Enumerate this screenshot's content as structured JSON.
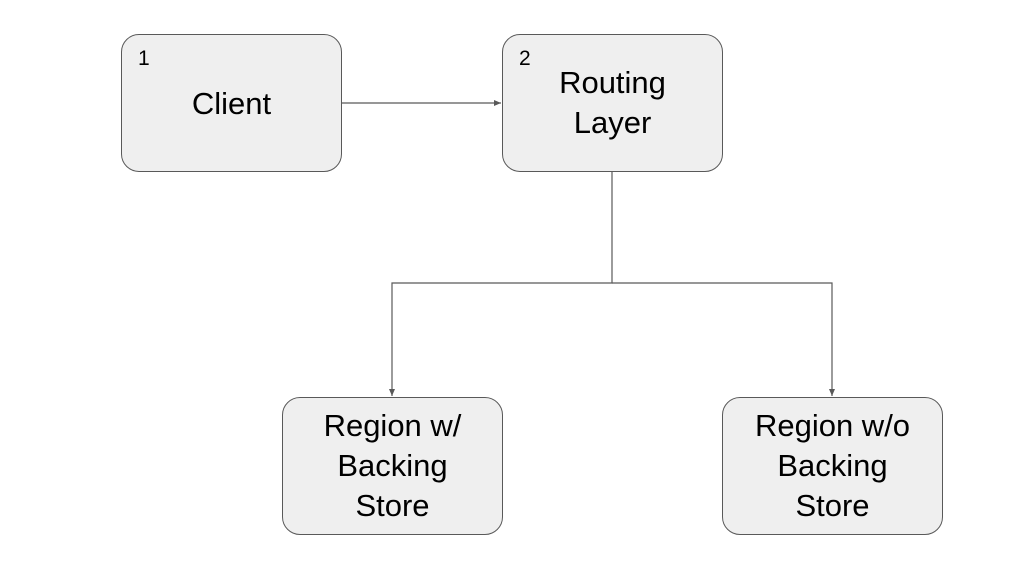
{
  "nodes": {
    "client": {
      "number": "1",
      "label": "Client"
    },
    "routing": {
      "number": "2",
      "label": "Routing\nLayer"
    },
    "region_with": {
      "label": "Region w/\nBacking\nStore"
    },
    "region_without": {
      "label": "Region w/o\nBacking\nStore"
    }
  },
  "edges": [
    {
      "from": "client",
      "to": "routing"
    },
    {
      "from": "routing",
      "to": "region_with"
    },
    {
      "from": "routing",
      "to": "region_without"
    }
  ],
  "colors": {
    "node_fill": "#efefef",
    "node_border": "#595959",
    "connector": "#595959",
    "text": "#000000"
  }
}
